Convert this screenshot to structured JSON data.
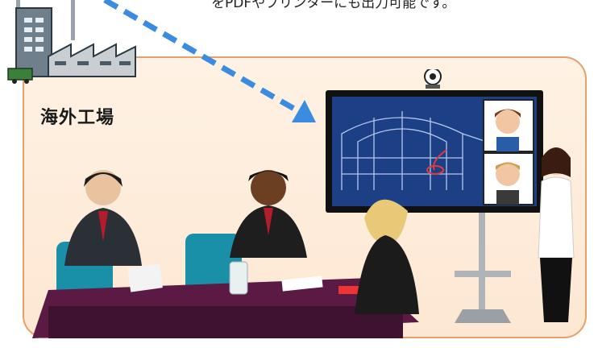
{
  "caption": "をPDFやプリンターにも出力可能です。",
  "location_label": "海外工場",
  "colors": {
    "room_border": "#e6a06a",
    "room_fill": "#fde7d2",
    "arrow": "#3b8be0",
    "screen": "#1d3f86"
  },
  "icons": [
    "factory-icon",
    "webcam-icon",
    "dashed-arrow"
  ]
}
